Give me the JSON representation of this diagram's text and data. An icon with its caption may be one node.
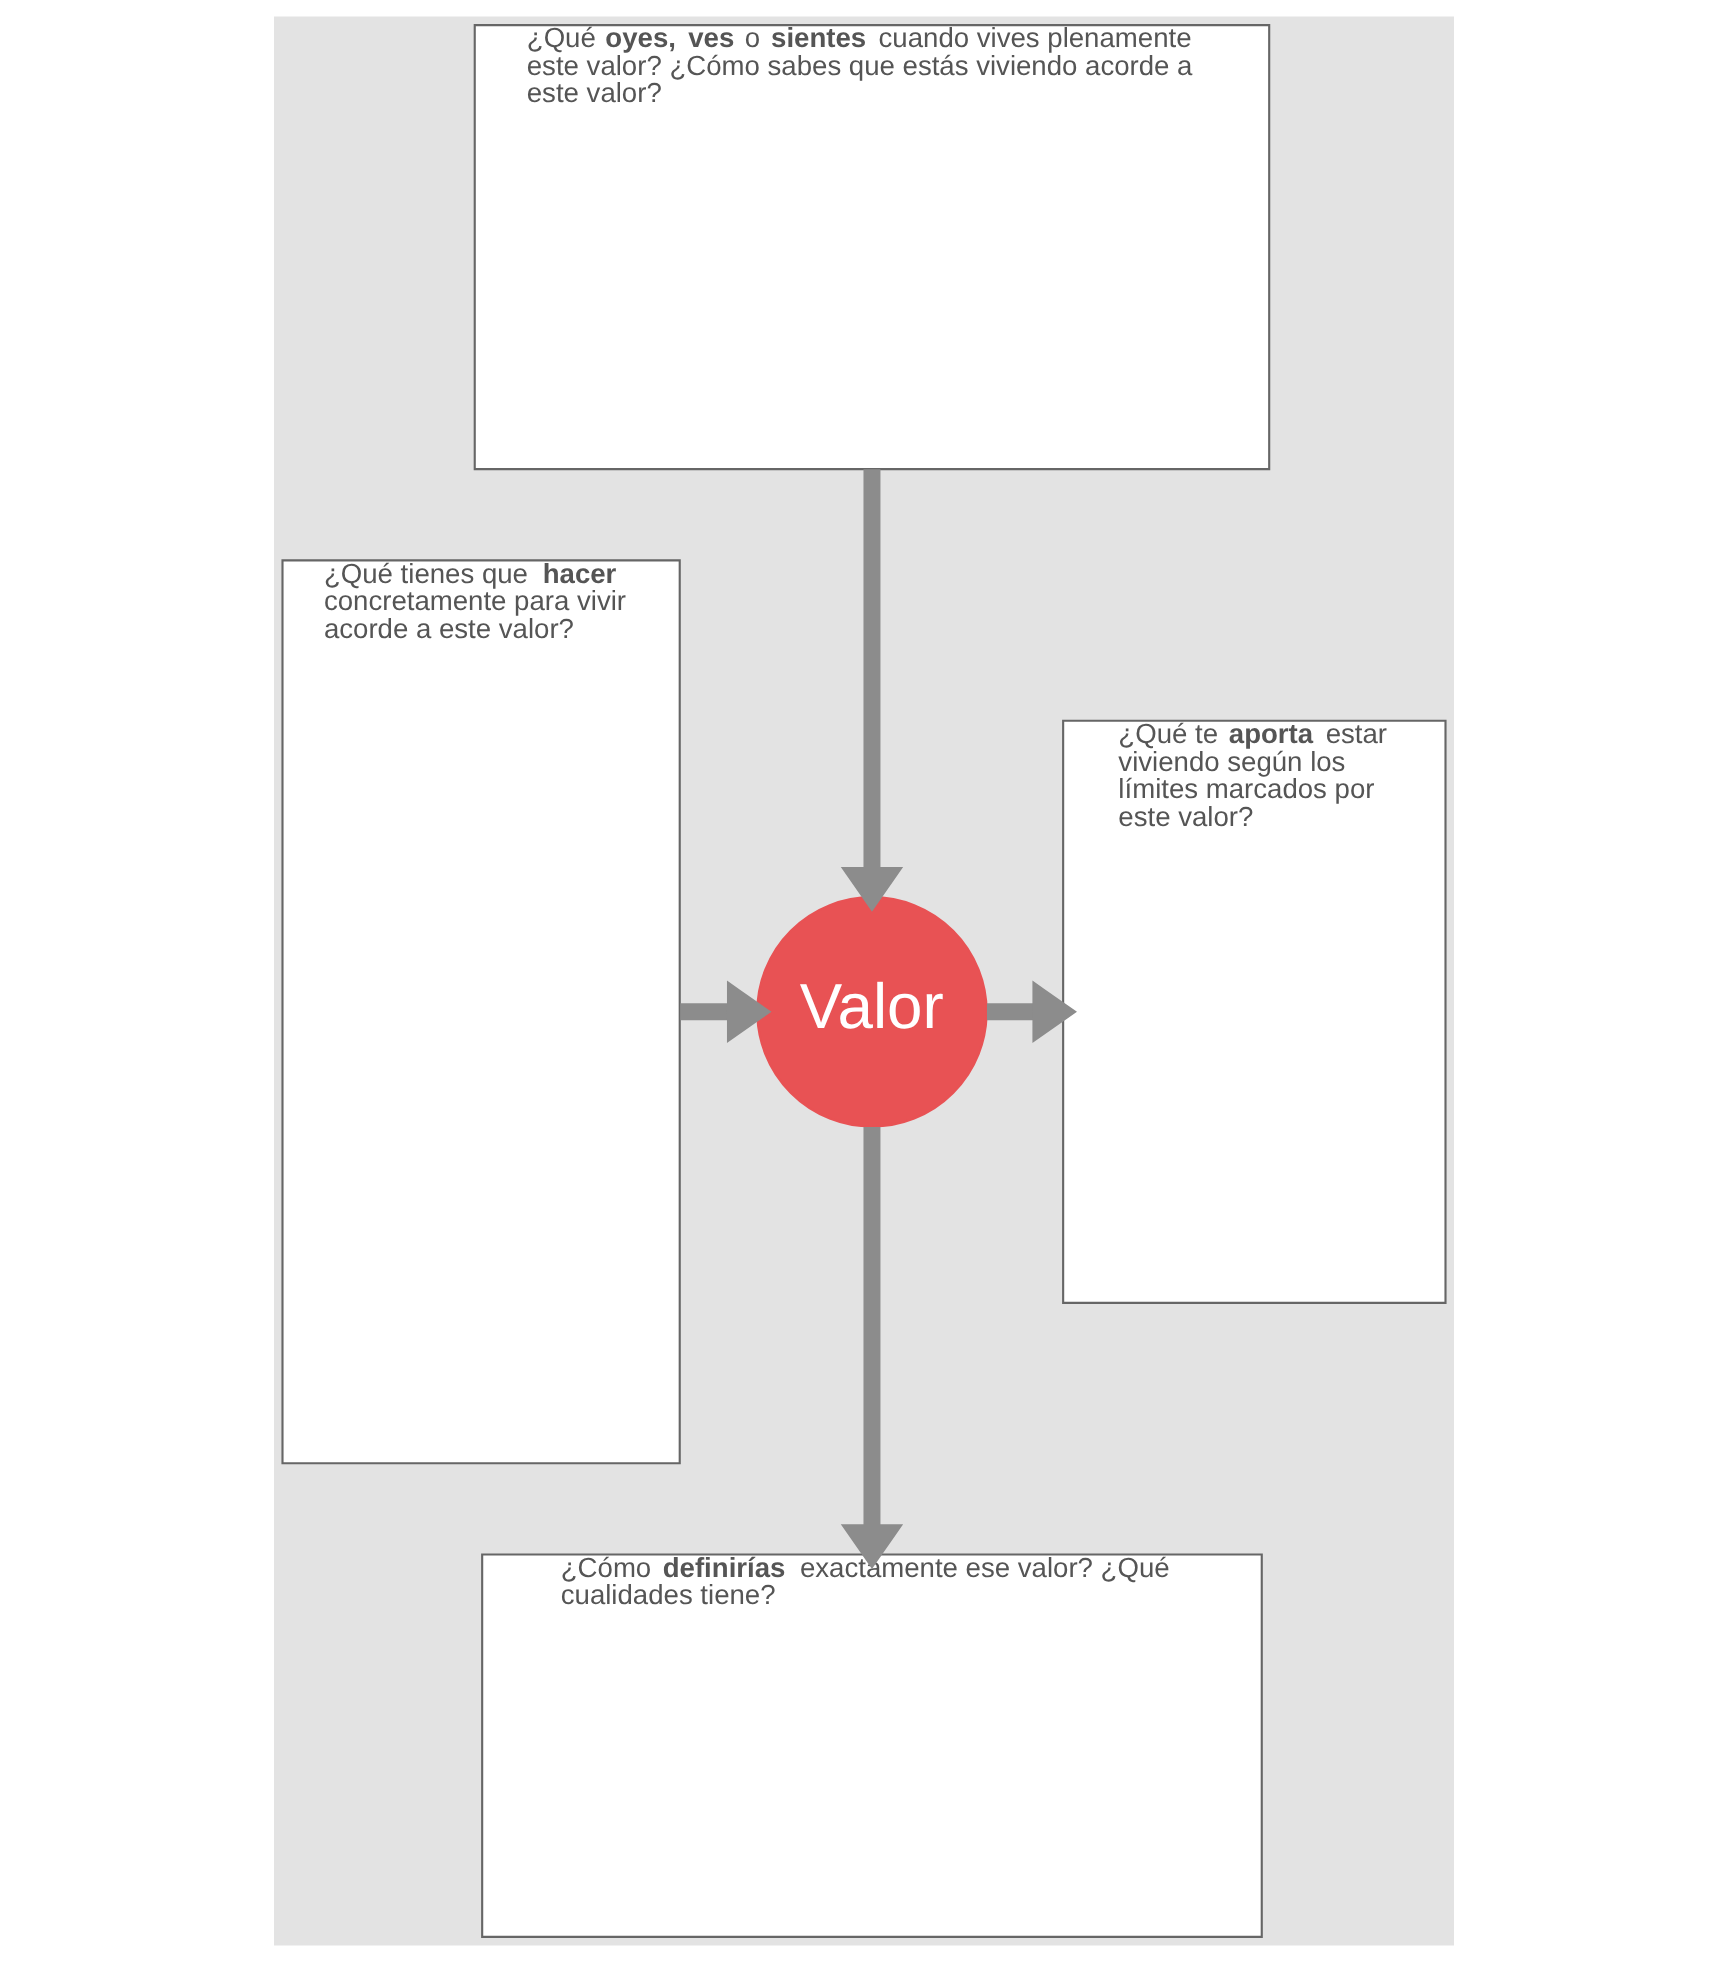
{
  "diagram": {
    "nodes": [
      {
        "text": [
          "¿Qué **oyes, ves** o **sientes** cuando vives plenamente este valor? ¿Cómo sabes que estás viviendo acorde a este valor?"
        ]
      },
      {
        "text": [
          "¿Qué te **aporta** estar viviendo según los límites marcados por este valor?"
        ]
      },
      {
        "text": [
          "¿Qué tienes que **hacer** concretamente para vivir acorde a este valor?"
        ]
      },
      {
        "text": [
          "Valor"
        ]
      },
      {
        "text": [
          "¿Cómo **definirías** exactamente ese valor? ¿Qué cualidades tiene?"
        ]
      }
    ],
    "edges": [
      {
        "from": 0,
        "to": 3,
        "arrow": "to"
      },
      {
        "from": 2,
        "to": 3,
        "arrow": "to"
      },
      {
        "from": 3,
        "to": 1,
        "arrow": "to"
      },
      {
        "from": 3,
        "to": 4,
        "arrow": "to"
      }
    ]
  }
}
